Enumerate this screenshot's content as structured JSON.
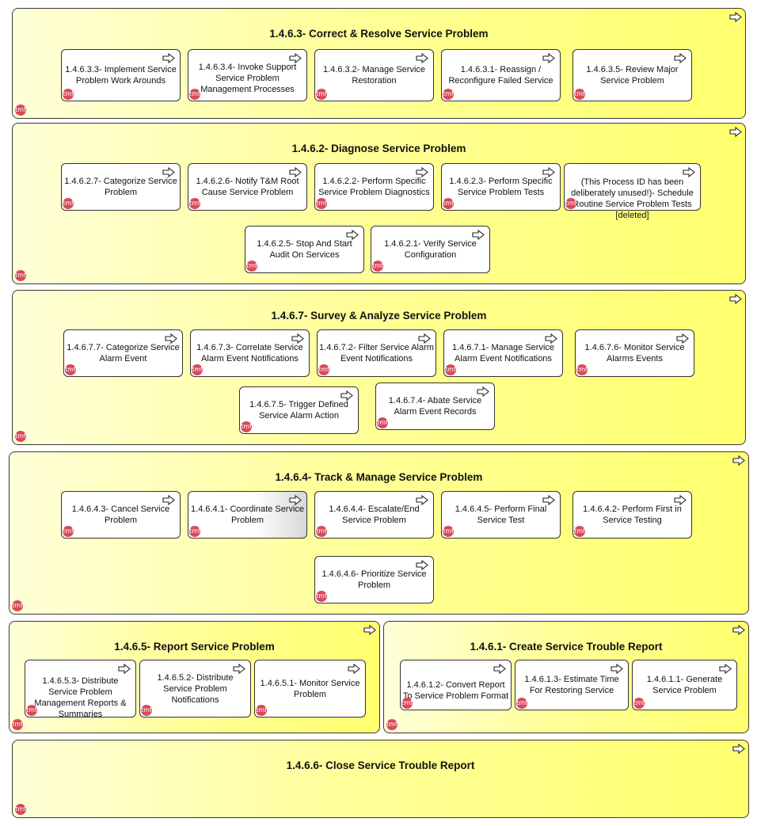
{
  "badge_text": "tmf",
  "colors": {
    "group_fill_start": "#ffffd8",
    "group_fill_end": "#ffff6e",
    "badge": "#d94a5a",
    "border": "#333333"
  },
  "icons": {
    "process_arrow": "arrow-right-icon",
    "badge": "tmf-badge-icon"
  },
  "groups": [
    {
      "title": "1.4.6.3- Correct & Resolve Service Problem",
      "processes": [
        "1.4.6.3.3- Implement Service Problem Work Arounds",
        "1.4.6.3.4- Invoke Support Service Problem Management Processes",
        "1.4.6.3.2- Manage Service Restoration",
        "1.4.6.3.1- Reassign / Reconfigure Failed Service",
        "1.4.6.3.5- Review Major Service Problem"
      ]
    },
    {
      "title": "1.4.6.2- Diagnose Service Problem",
      "processes": [
        "1.4.6.2.7- Categorize Service Problem",
        "1.4.6.2.6- Notify T&M Root Cause Service Problem",
        "1.4.6.2.2- Perform Specific Service Problem Diagnostics",
        "1.4.6.2.3- Perform Specific Service Problem Tests",
        "(This Process ID has been deliberately unused!)- Schedule Routine Service Problem Tests [deleted]",
        "1.4.6.2.5- Stop And Start Audit On Services",
        "1.4.6.2.1- Verify Service Configuration"
      ]
    },
    {
      "title": "1.4.6.7- Survey & Analyze Service Problem",
      "processes": [
        "1.4.6.7.7- Categorize Service Alarm Event",
        "1.4.6.7.3- Correlate Service Alarm Event Notifications",
        "1.4.6.7.2- Filter Service Alarm Event Notifications",
        "1.4.6.7.1- Manage Service Alarm Event Notifications",
        "1.4.6.7.6- Monitor Service Alarms Events",
        "1.4.6.7.5- Trigger Defined Service Alarm Action",
        "1.4.6.7.4- Abate Service Alarm Event Records"
      ]
    },
    {
      "title": "1.4.6.4- Track & Manage Service Problem",
      "processes": [
        "1.4.6.4.3- Cancel Service Problem",
        "1.4.6.4.1- Coordinate Service Problem",
        "1.4.6.4.4- Escalate/End Service Problem",
        "1.4.6.4.5- Perform Final Service Test",
        "1.4.6.4.2- Perform First in Service Testing",
        "1.4.6.4.6- Prioritize Service Problem"
      ]
    },
    {
      "title": "1.4.6.5- Report Service Problem",
      "processes": [
        "1.4.6.5.3- Distribute Service Problem Management Reports & Summaries",
        "1.4.6.5.2- Distribute Service Problem Notifications",
        "1.4.6.5.1- Monitor Service Problem"
      ]
    },
    {
      "title": "1.4.6.1- Create Service Trouble Report",
      "processes": [
        "1.4.6.1.2- Convert Report To Service Problem Format",
        "1.4.6.1.3- Estimate Time For Restoring Service",
        "1.4.6.1.1- Generate Service Problem"
      ]
    },
    {
      "title": "1.4.6.6- Close Service Trouble Report",
      "processes": []
    }
  ]
}
